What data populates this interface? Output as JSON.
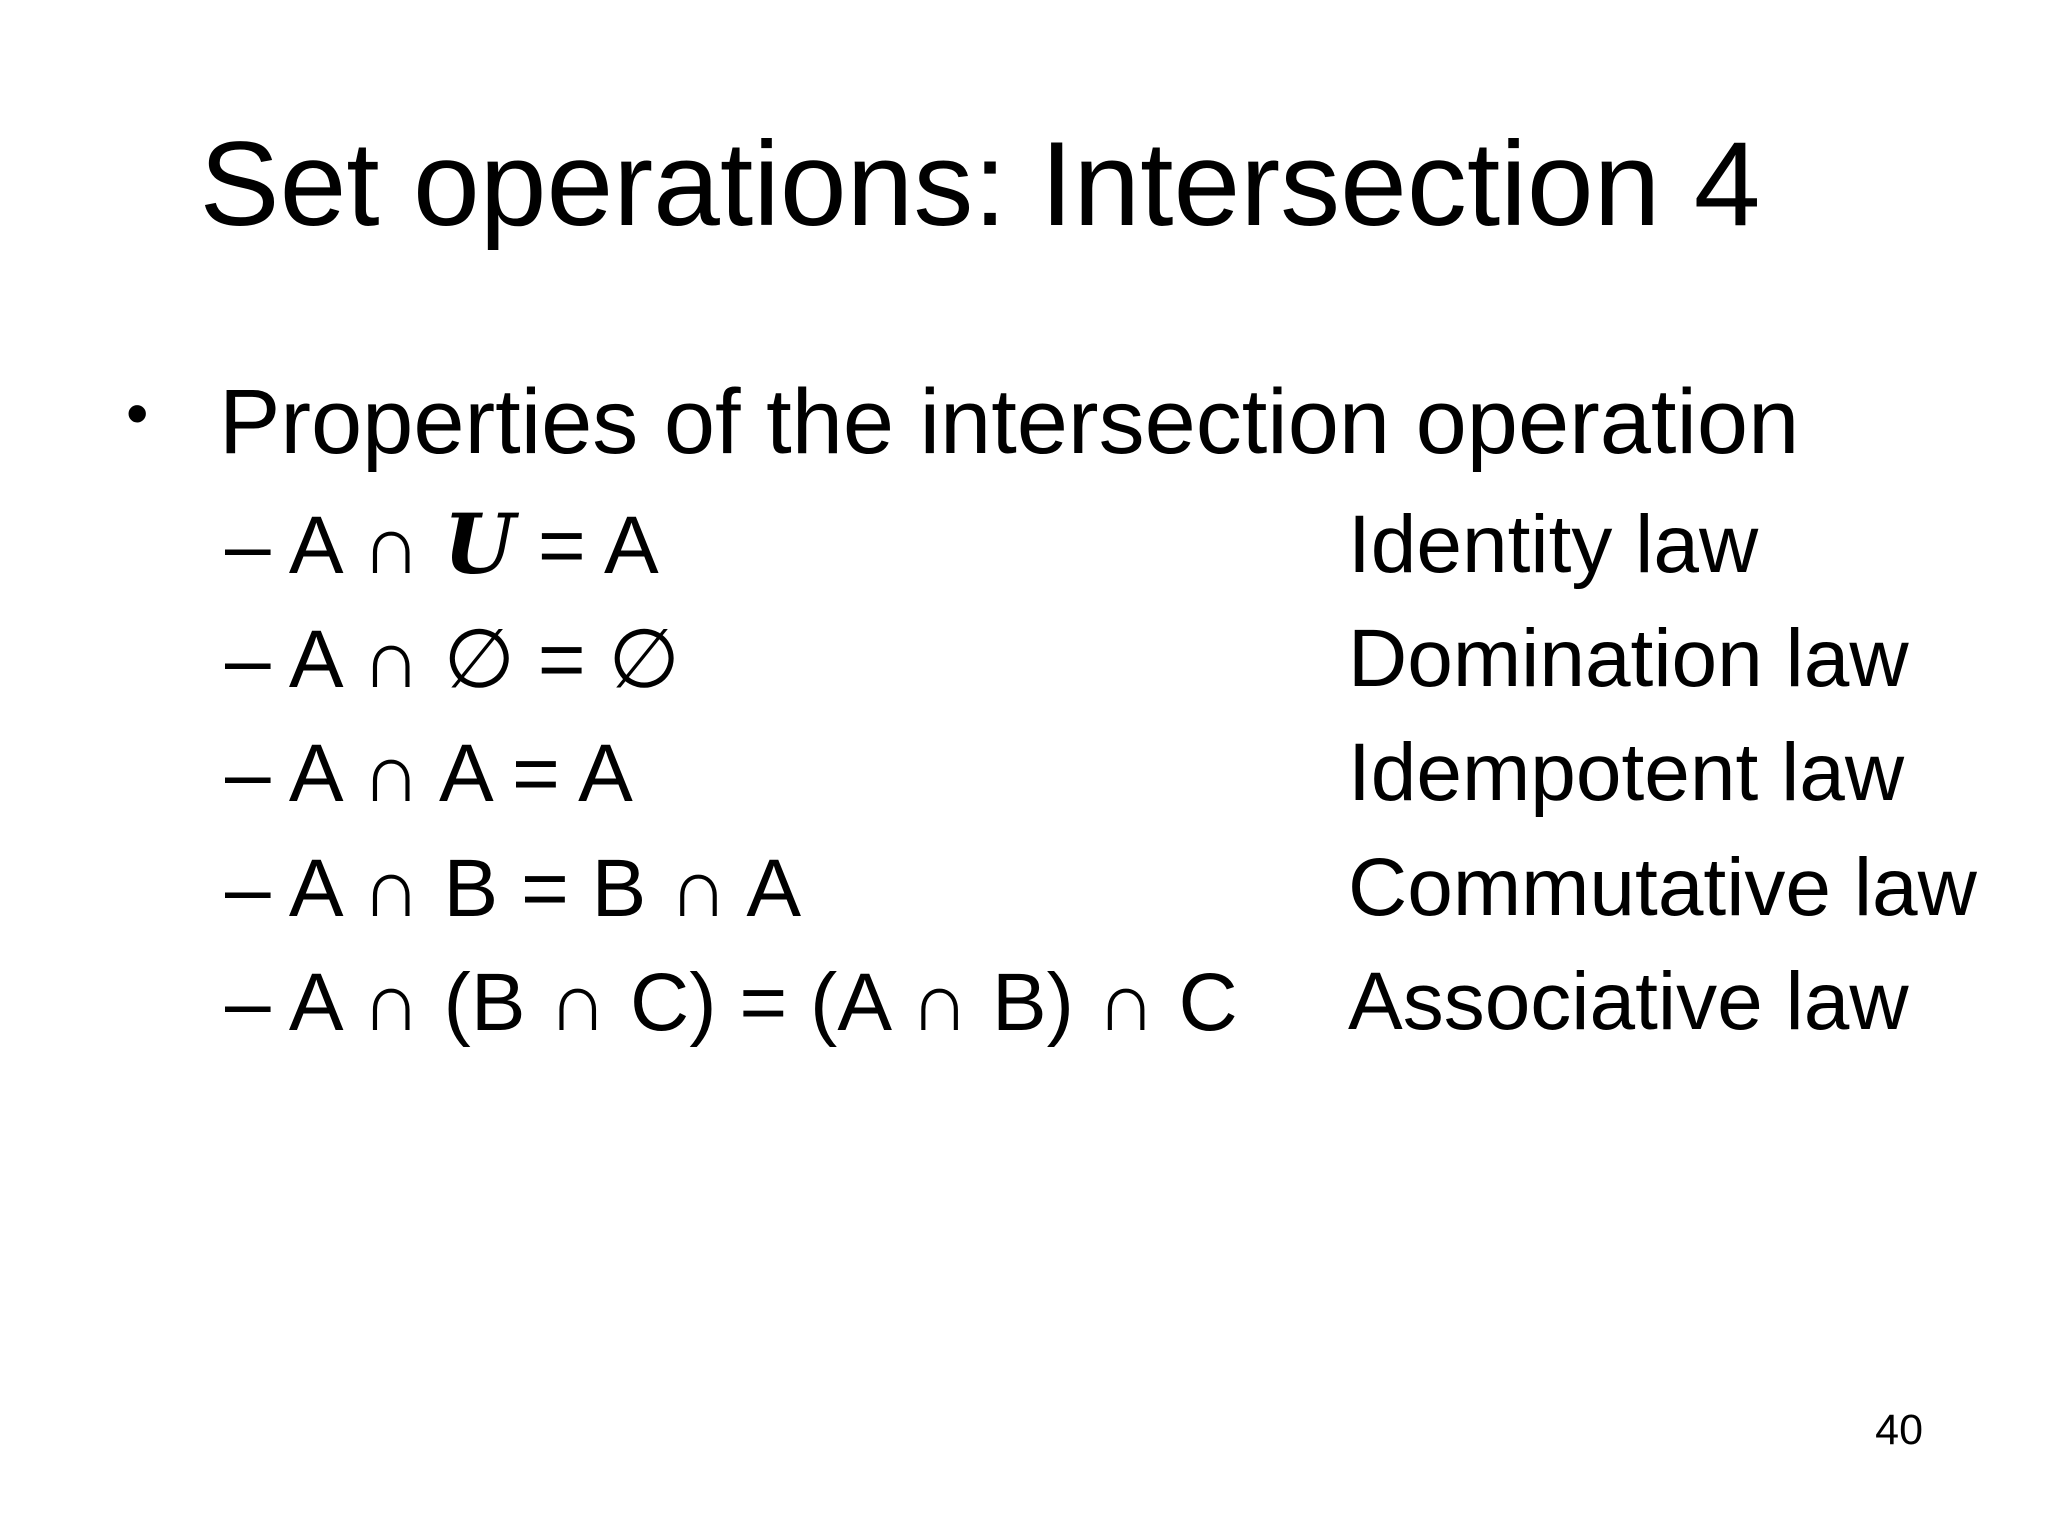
{
  "slide": {
    "title": "Set operations: Intersection 4",
    "bullet": {
      "marker": "•",
      "text": "Properties of the intersection operation"
    },
    "properties": [
      {
        "eq_pre": "– A ∩ ",
        "eq_special": "U",
        "eq_post": " = A",
        "law": "Identity law"
      },
      {
        "eq_pre": "– A ∩ ∅ = ∅",
        "eq_special": "",
        "eq_post": "",
        "law": "Domination law"
      },
      {
        "eq_pre": "– A ∩ A = A",
        "eq_special": "",
        "eq_post": "",
        "law": "Idempotent law"
      },
      {
        "eq_pre": "– A ∩ B = B ∩ A",
        "eq_special": "",
        "eq_post": "",
        "law": "Commutative law"
      },
      {
        "eq_pre": "– A ∩ (B ∩ C) = (A ∩ B) ∩ C",
        "eq_special": "",
        "eq_post": "",
        "law": "Associative law"
      }
    ],
    "page_number": "40",
    "colors": {
      "background": "#ffffff",
      "text": "#000000"
    }
  }
}
